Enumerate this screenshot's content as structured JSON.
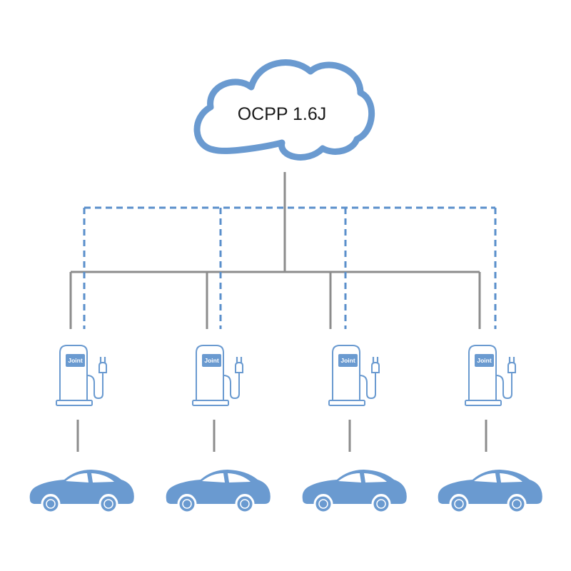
{
  "cloud": {
    "label": "OCPP 1.6J",
    "icon": "cloud-icon"
  },
  "charger_label": "Joint",
  "chargers": [
    {
      "label": "Joint"
    },
    {
      "label": "Joint"
    },
    {
      "label": "Joint"
    },
    {
      "label": "Joint"
    }
  ],
  "vehicles": [
    {
      "icon": "car-icon"
    },
    {
      "icon": "car-icon"
    },
    {
      "icon": "car-icon"
    },
    {
      "icon": "car-icon"
    }
  ],
  "colors": {
    "accent": "#6a9ad0",
    "line": "#8c8c8c",
    "dashed": "#5a8fcb"
  }
}
